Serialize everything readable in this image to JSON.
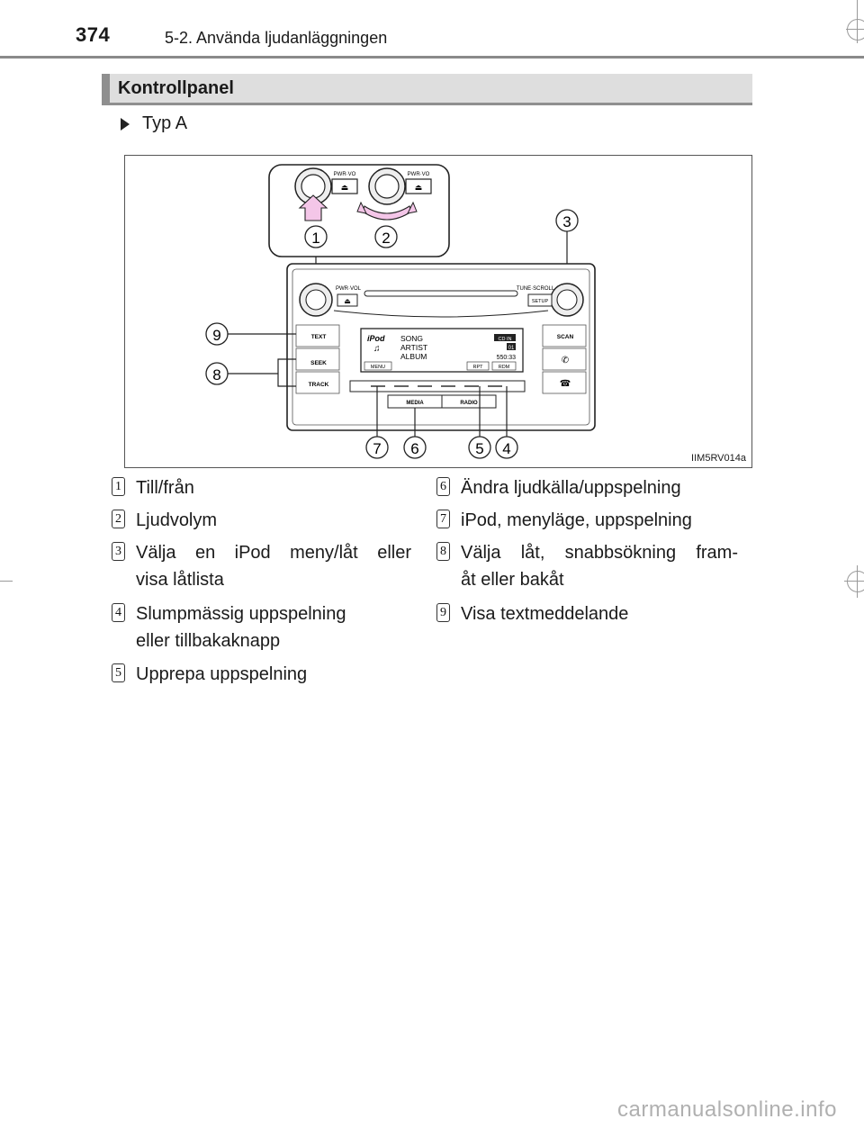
{
  "header": {
    "page_number": "374",
    "chapter": "5-2. Använda ljudanläggningen"
  },
  "section": {
    "title": "Kontrollpanel"
  },
  "subsection": {
    "label": "Typ A"
  },
  "figure": {
    "code": "IIM5RV014a",
    "callouts": [
      "1",
      "2",
      "3",
      "4",
      "5",
      "6",
      "7",
      "8",
      "9"
    ],
    "radio_labels": {
      "pwr_vo_left": "PWR·VO",
      "pwr_vo_right": "PWR·VO",
      "pwr_vol": "PWR·VOL",
      "tune_scroll": "TUNE·SCROLL",
      "setup": "SETUP",
      "text": "TEXT",
      "seek": "SEEK",
      "track": "TRACK",
      "scan": "SCAN",
      "menu": "MENU",
      "rpt": "RPT",
      "rdm": "RDM",
      "media": "MEDIA",
      "radio": "RADIO"
    },
    "display": {
      "source": "iPod",
      "song": "SONG",
      "artist": "ARTIST",
      "album": "ALBUM",
      "badge": "CD IN",
      "disc": "01",
      "time": "550:33"
    }
  },
  "legend": [
    {
      "num": "1",
      "lines": [
        "Till/från"
      ]
    },
    {
      "num": "2",
      "lines": [
        "Ljudvolym"
      ]
    },
    {
      "num": "3",
      "lines": [
        "Välja en iPod meny/låt eller",
        "visa låtlista"
      ]
    },
    {
      "num": "4",
      "lines": [
        "Slumpmässig uppspelning",
        "eller tillbakaknapp"
      ]
    },
    {
      "num": "5",
      "lines": [
        "Upprepa uppspelning"
      ]
    },
    {
      "num": "6",
      "lines": [
        "Ändra ljudkälla/uppspelning"
      ]
    },
    {
      "num": "7",
      "lines": [
        "iPod, menyläge, uppspelning"
      ]
    },
    {
      "num": "8",
      "lines": [
        "Välja låt, snabbsökning fram-",
        "åt eller bakåt"
      ]
    },
    {
      "num": "9",
      "lines": [
        "Visa textmeddelande"
      ]
    }
  ],
  "watermark": "carmanualsonline.info"
}
